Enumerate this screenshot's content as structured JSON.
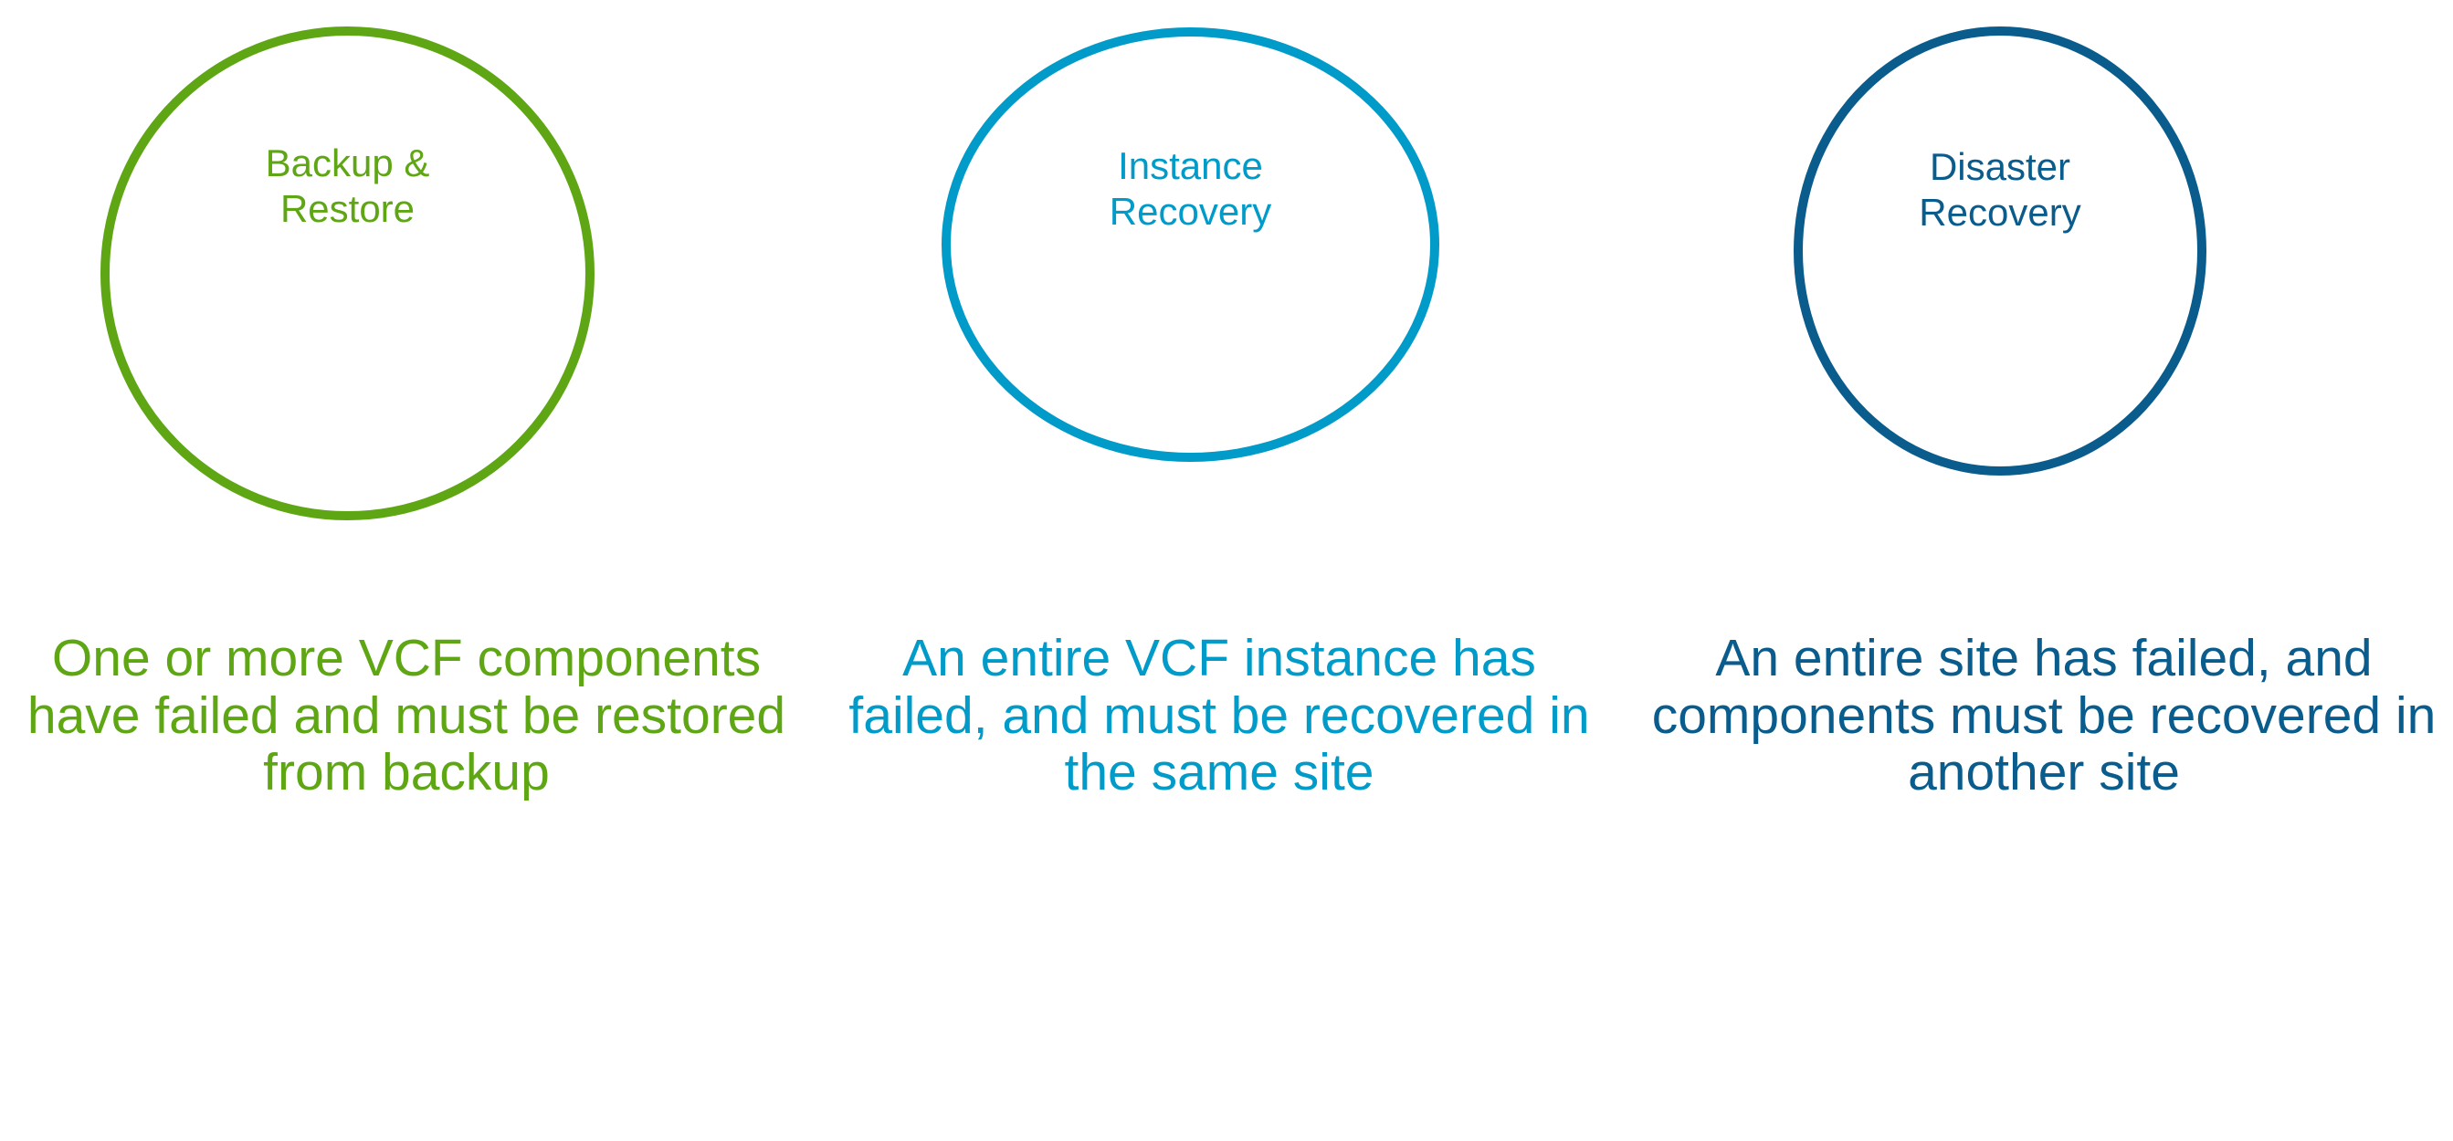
{
  "diagram": {
    "type": "three-circle-concept-diagram",
    "background_color": "#FFFFFF",
    "columns": [
      {
        "id": "backup-restore",
        "circle_label": "Backup &\nRestore",
        "description": "One or more VCF components have failed and must be restored from backup",
        "color": "#5FA614",
        "shape": "circle-outline"
      },
      {
        "id": "instance-recovery",
        "circle_label": "Instance\nRecovery",
        "description": "An entire VCF instance has failed, and must be recovered in the same site",
        "color": "#009BC9",
        "shape": "circle-outline"
      },
      {
        "id": "disaster-recovery",
        "circle_label": "Disaster\nRecovery",
        "description": "An entire site has failed, and components must be recovered in another site",
        "color": "#0A5C8C",
        "shape": "circle-outline"
      }
    ]
  }
}
